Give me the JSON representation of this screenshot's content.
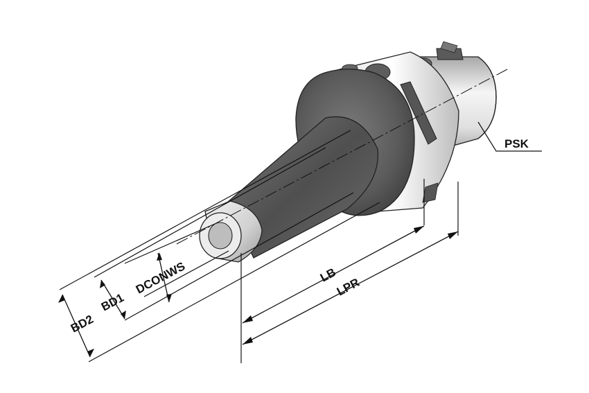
{
  "labels": {
    "psk": "PSK",
    "lb": "LB",
    "lpr": "LPR",
    "bd2": "BD2",
    "bd1": "BD1",
    "dconws": "DCONWS"
  },
  "colors": {
    "line": "#111111",
    "body_dark": "#5c5c5c",
    "body_light": "#e6e6e6"
  }
}
